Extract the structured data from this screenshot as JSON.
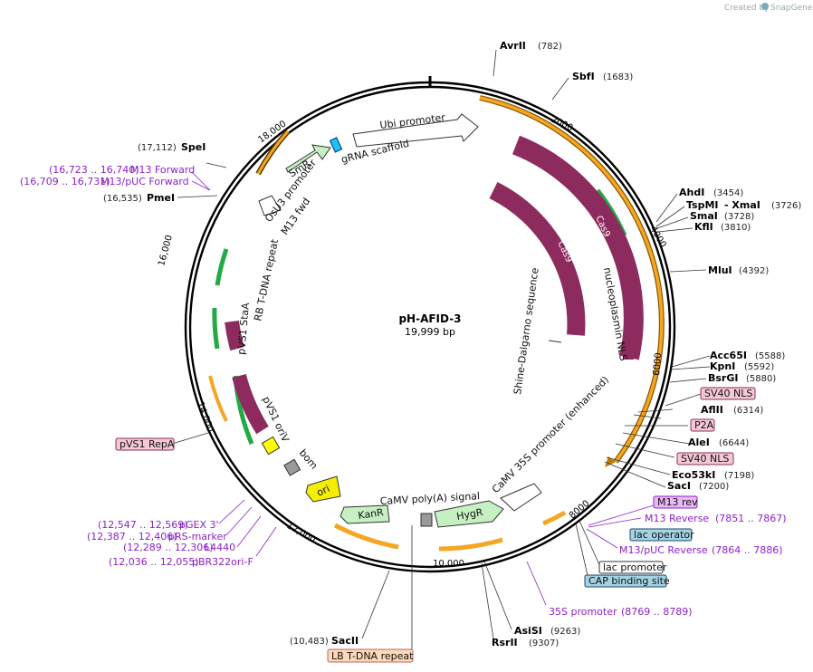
{
  "credit": {
    "created_by": "Created by",
    "app": "SnapGene"
  },
  "plasmid": {
    "name": "pH-AFID-3",
    "size": "19,999 bp"
  },
  "ticks": {
    "t2000": "2000",
    "t4000": "4000",
    "t6000": "6000",
    "t8000": "8000",
    "t10000": "10,000",
    "t12000": "12,000",
    "t14000": "14,000",
    "t16000": "16,000",
    "t18000": "18,000"
  },
  "enzymes": {
    "avrii": {
      "name": "AvrII",
      "pos": "(782)"
    },
    "sbfi": {
      "name": "SbfI",
      "pos": "(1683)"
    },
    "ahdi": {
      "name": "AhdI",
      "pos": "(3454)"
    },
    "tspmi": {
      "name": "TspMI",
      "sep": "- XmaI",
      "pos": "(3726)"
    },
    "smai": {
      "name": "SmaI",
      "pos": "(3728)"
    },
    "kfli": {
      "name": "KflI",
      "pos": "(3810)"
    },
    "mlui": {
      "name": "MluI",
      "pos": "(4392)"
    },
    "acc65i": {
      "name": "Acc65I",
      "pos": "(5588)"
    },
    "kpni": {
      "name": "KpnI",
      "pos": "(5592)"
    },
    "bsrgi": {
      "name": "BsrGI",
      "pos": "(5880)"
    },
    "aflii": {
      "name": "AflII",
      "pos": "(6314)"
    },
    "alei": {
      "name": "AleI",
      "pos": "(6644)"
    },
    "eco53ki": {
      "name": "Eco53kI",
      "pos": "(7198)"
    },
    "saci": {
      "name": "SacI",
      "pos": "(7200)"
    },
    "asisi": {
      "name": "AsiSI",
      "pos": "(9263)"
    },
    "rsrii": {
      "name": "RsrII",
      "pos": "(9307)"
    },
    "sacii": {
      "name": "SacII",
      "pos": "(10,483)"
    },
    "spei": {
      "name": "SpeI",
      "pos": "(17,112)"
    },
    "pmei": {
      "name": "PmeI",
      "pos": "(16,535)"
    }
  },
  "primers": {
    "m13fwd_ext": {
      "name": "M13 Forward",
      "pos": "(16,723 .. 16,740)"
    },
    "m13puc_fwd": {
      "name": "M13/pUC Forward",
      "pos": "(16,709 .. 16,731)"
    },
    "m13_rev_primer": {
      "name": "M13 Reverse",
      "pos": "(7851 .. 7867)"
    },
    "m13puc_rev": {
      "name": "M13/pUC Reverse",
      "pos": "(7864 .. 7886)"
    },
    "p35s": {
      "name": "35S promoter",
      "pos": "(8769 .. 8789)"
    },
    "pgex3": {
      "name": "pGEX 3'",
      "pos": "(12,547 .. 12,569)"
    },
    "prs": {
      "name": "pRS-marker",
      "pos": "(12,387 .. 12,406)"
    },
    "l4440": {
      "name": "L4440",
      "pos": "(12,289 .. 12,306)"
    },
    "pbr322": {
      "name": "pBR322ori-F",
      "pos": "(12,036 .. 12,055)"
    }
  },
  "boxes": {
    "sv40nls1": "SV40 NLS",
    "p2a": "P2A",
    "sv40nls2": "SV40 NLS",
    "m13rev": "M13 rev",
    "lacop": "lac operator",
    "lacprom": "lac promoter",
    "cap": "CAP binding site",
    "lbtdna": "LB T-DNA repeat",
    "pvs1repa": "pVS1 RepA"
  },
  "features": {
    "ubi": "Ubi promoter",
    "grna": "gRNA scaffold",
    "smr": "SmR",
    "osu3": "OsU3 promoter",
    "m13fwd": "M13 fwd",
    "rb": "RB T-DNA repeat",
    "stab": "pVS1 StaA",
    "oriv": "pVS1 oriV",
    "bom": "bom",
    "ori": "ori",
    "kanr": "KanR",
    "polya": "CaMV poly(A) signal",
    "hygr": "HygR",
    "camv35s": "CaMV 35S promoter (enhanced)",
    "shine": "Shine-Dalgarno sequence",
    "nls": "nucleoplasmin NLS",
    "cas9a": "Cas9",
    "cas9b": "Cas9"
  },
  "colors": {
    "cas9": "#8e2b5e",
    "smr": "#c6f0c2",
    "hygr": "#c6f0c2",
    "kanr": "#c6f0c2",
    "ori": "#f4ee00",
    "primer": "#8b22c9",
    "orange": "#f5a623"
  }
}
